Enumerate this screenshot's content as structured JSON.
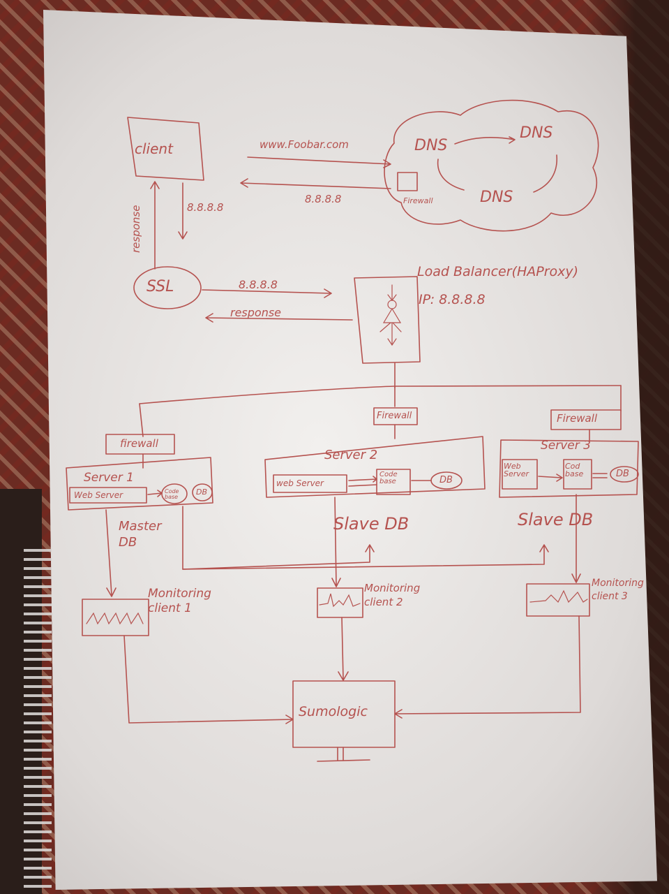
{
  "nodes": {
    "client": "client",
    "dns_left": "DNS",
    "dns_right": "DNS",
    "dns_bottom": "DNS",
    "dns_firewall": "Firewall",
    "ssl": "SSL",
    "load_balancer": "Load Balancer(HAProxy)",
    "load_balancer_ip": "IP: 8.8.8.8",
    "firewall_center": "Firewall",
    "firewall_right": "Firewall",
    "firewall_left": "firewall",
    "server1": "Server 1",
    "server1_web": "Web Server",
    "server1_code": "Code base",
    "server1_db": "DB",
    "server2": "Server 2",
    "server2_web": "web Server",
    "server2_code": "Code base",
    "server2_db": "DB",
    "server3": "Server 3",
    "server3_web": "Web Server",
    "server3_code": "Cod base",
    "server3_db": "DB",
    "master_db": "Master DB",
    "slave_db_2": "Slave DB",
    "slave_db_3": "Slave DB",
    "monitor1": "Monitoring client 1",
    "monitor2": "Monitoring client 2",
    "monitor3": "Monitoring client 3",
    "sumologic": "Sumologic"
  },
  "edges": {
    "request_url": "www.Foobar.com",
    "dns_response": "8.8.8.8",
    "client_to_ssl": "8.8.8.8",
    "ssl_to_client": "response",
    "ssl_to_lb": "8.8.8.8",
    "lb_to_ssl": "response"
  },
  "colors": {
    "ink": "#b5524f",
    "paper": "#ecebe9"
  }
}
